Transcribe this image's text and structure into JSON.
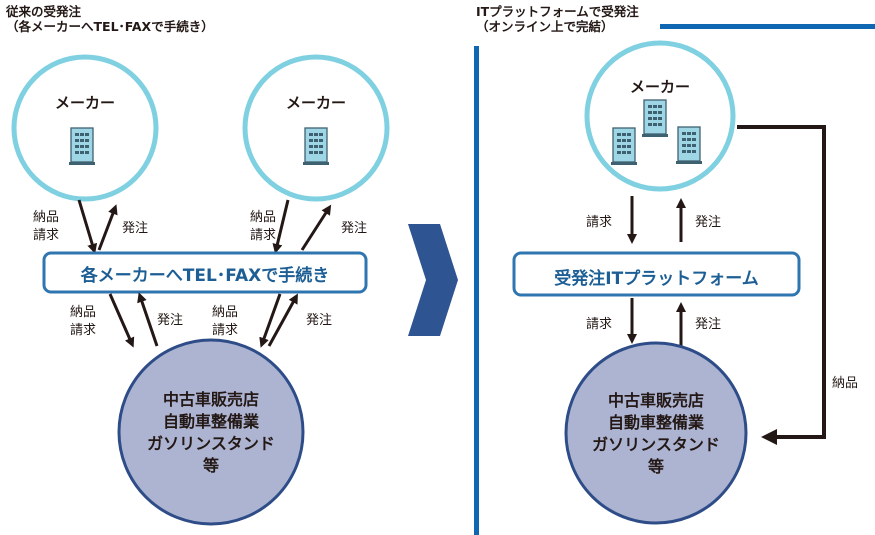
{
  "left": {
    "title_line1": "従来の受発注",
    "title_line2": "（各メーカーへTEL･FAXで手続き）",
    "maker_left": "メーカー",
    "maker_right": "メーカー",
    "bar_text": "各メーカーへTEL･FAXで手続き",
    "upper_left_delivery": [
      "納品",
      "請求"
    ],
    "upper_left_order": "発注",
    "upper_right_delivery": [
      "納品",
      "請求"
    ],
    "upper_right_order": "発注",
    "lower_left_delivery": [
      "納品",
      "請求"
    ],
    "lower_left_order": "発注",
    "lower_right_delivery": [
      "納品",
      "請求"
    ],
    "lower_right_order": "発注",
    "shop_lines": [
      "中古車販売店",
      "自動車整備業",
      "ガソリンスタンド",
      "等"
    ]
  },
  "right": {
    "title_line1": "ITプラットフォームで受発注",
    "title_line2": "（オンライン上で完結）",
    "maker": "メーカー",
    "bar_text": "受発注ITプラットフォーム",
    "upper_invoice": "請求",
    "upper_order": "発注",
    "lower_invoice": "請求",
    "lower_order": "発注",
    "delivery": "納品",
    "shop_lines": [
      "中古車販売店",
      "自動車整備業",
      "ガソリンスタンド",
      "等"
    ]
  },
  "colors": {
    "circle_outline": "#7fd0e0",
    "bar_border": "#2f76b1",
    "bar_text": "#1d5f95",
    "shop_fill": "#adb4d2",
    "shop_outline": "#2e4d88",
    "transition_arrow": "#2e5492",
    "frame_blue": "#0f66b3",
    "building_fill": "#9fd6e6",
    "building_outline": "#3e6171"
  },
  "icons": [
    "building-icon",
    "transition-arrow-icon"
  ]
}
